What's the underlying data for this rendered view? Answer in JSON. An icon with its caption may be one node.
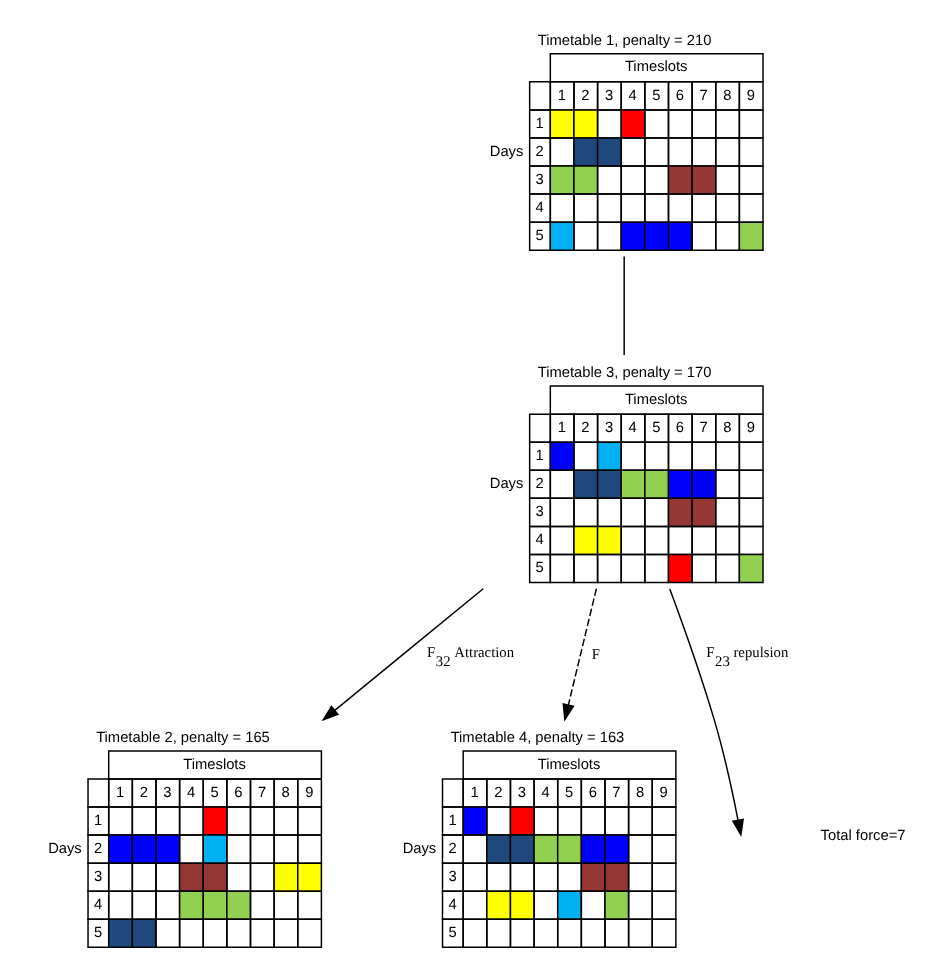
{
  "diagram": {
    "nodes": [
      {
        "text": [
          "Timetable 1, penalty = 210",
          "Timeslots",
          "1",
          "2",
          "3",
          "4",
          "5",
          "6",
          "7",
          "8",
          "9",
          "Days",
          "1",
          "2",
          "3",
          "4",
          "5"
        ]
      },
      {
        "text": [
          "Timetable 3, penalty = 170",
          "Timeslots",
          "1",
          "2",
          "3",
          "4",
          "5",
          "6",
          "7",
          "8",
          "9",
          "Days",
          "1",
          "2",
          "3",
          "4",
          "5"
        ]
      },
      {
        "text": [
          "Timetable 2, penalty = 165",
          "Timeslots",
          "1",
          "2",
          "3",
          "4",
          "5",
          "6",
          "7",
          "8",
          "9",
          "Days",
          "1",
          "2",
          "3",
          "4",
          "5"
        ]
      },
      {
        "text": [
          "Timetable 4, penalty = 163",
          "Timeslots",
          "1",
          "2",
          "3",
          "4",
          "5",
          "6",
          "7",
          "8",
          "9",
          "Days",
          "1",
          "2",
          "3",
          "4",
          "5"
        ]
      }
    ],
    "edges": [
      {
        "from": 0,
        "to": 1,
        "arrow": "none"
      },
      {
        "from": 1,
        "to": 2,
        "arrow": "to",
        "label": "F$_{32}$ Attraction"
      },
      {
        "from": 1,
        "to": 3,
        "arrow": "to",
        "label": "F",
        "style": "dashed"
      },
      {
        "from": 1,
        "to": null,
        "arrow": "to",
        "label": "F$_{23}$ repulsion"
      }
    ],
    "labels": [
      "Total force=7"
    ]
  }
}
